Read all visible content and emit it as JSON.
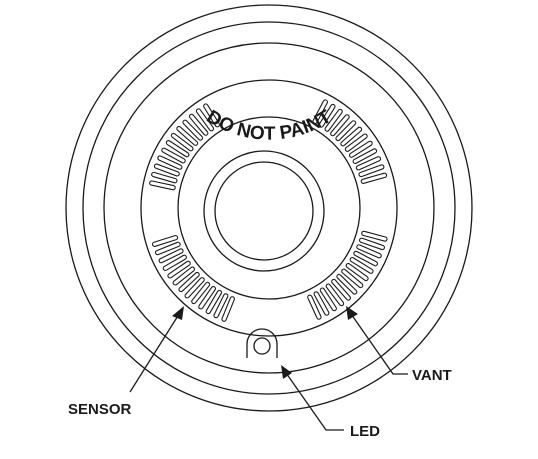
{
  "device_face": {
    "warning_text": "DO NOT PAINT"
  },
  "callouts": {
    "sensor": "SENSOR",
    "vent": "VANT",
    "led": "LED"
  },
  "colors": {
    "line": "#1a1a1a",
    "background": "#ffffff"
  }
}
